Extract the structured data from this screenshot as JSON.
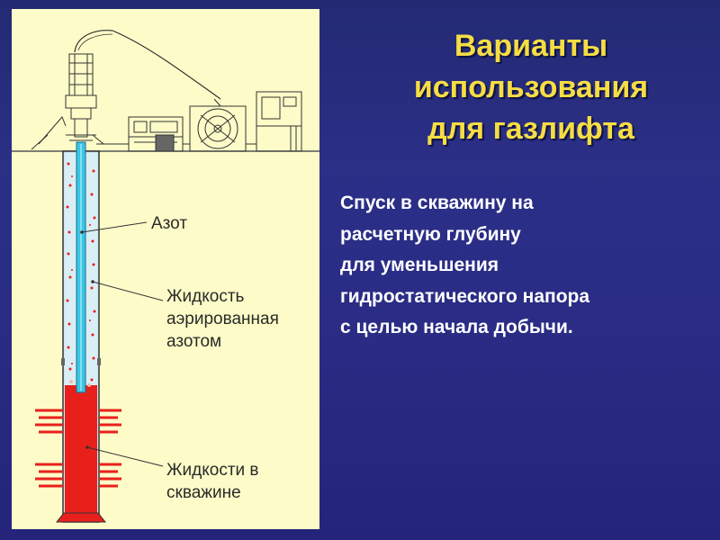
{
  "slide": {
    "title_lines": [
      "Варианты",
      "использования",
      "для газлифта"
    ],
    "description_lines": [
      "Спуск в скважину на",
      "расчетную глубину",
      "для уменьшения",
      "гидростатического напора",
      "с целью начала добычи."
    ]
  },
  "diagram": {
    "labels": {
      "nitrogen": "Азот",
      "aerated_fluid_lines": [
        "Жидкость",
        "аэрированная",
        "азотом"
      ],
      "well_fluid_lines": [
        "Жидкости в",
        "скважине"
      ]
    }
  },
  "colors": {
    "background": "#2a2c85",
    "panel": "#fdfcc8",
    "title": "#f5dd44",
    "text": "#ffffff",
    "well_fluid": "#e8201c",
    "nitrogen_tube": "#39c6e6"
  }
}
